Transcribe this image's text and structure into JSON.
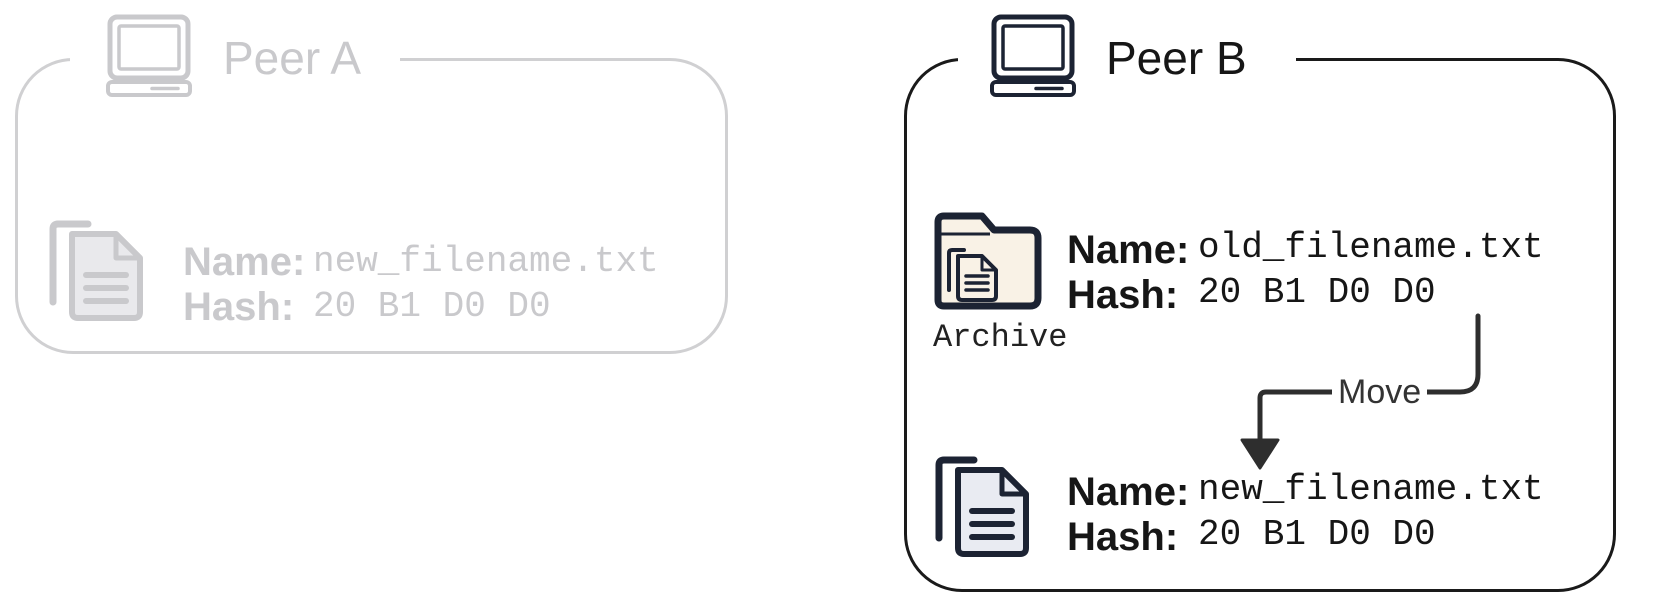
{
  "peers": [
    {
      "title": "Peer A",
      "icon": "computer-icon",
      "state": "faded",
      "files": [
        {
          "name_label": "Name:",
          "name": "new_filename.txt",
          "hash_label": "Hash:",
          "hash": "20 B1 D0 D0",
          "icon": "document-icon"
        }
      ]
    },
    {
      "title": "Peer B",
      "icon": "computer-icon",
      "state": "active",
      "files": [
        {
          "name_label": "Name:",
          "name": "old_filename.txt",
          "hash_label": "Hash:",
          "hash": "20 B1 D0 D0",
          "icon": "archive-folder-icon",
          "caption": "Archive"
        },
        {
          "name_label": "Name:",
          "name": "new_filename.txt",
          "hash_label": "Hash:",
          "hash": "20 B1 D0 D0",
          "icon": "document-icon"
        }
      ],
      "arrow_label": "Move"
    }
  ],
  "colors": {
    "faded": "#c9c9cc",
    "dark": "#161616",
    "navy_icon": "#1c2333",
    "folder_fill": "#f9f2e6",
    "doc_fill": "#e9ebf2"
  }
}
